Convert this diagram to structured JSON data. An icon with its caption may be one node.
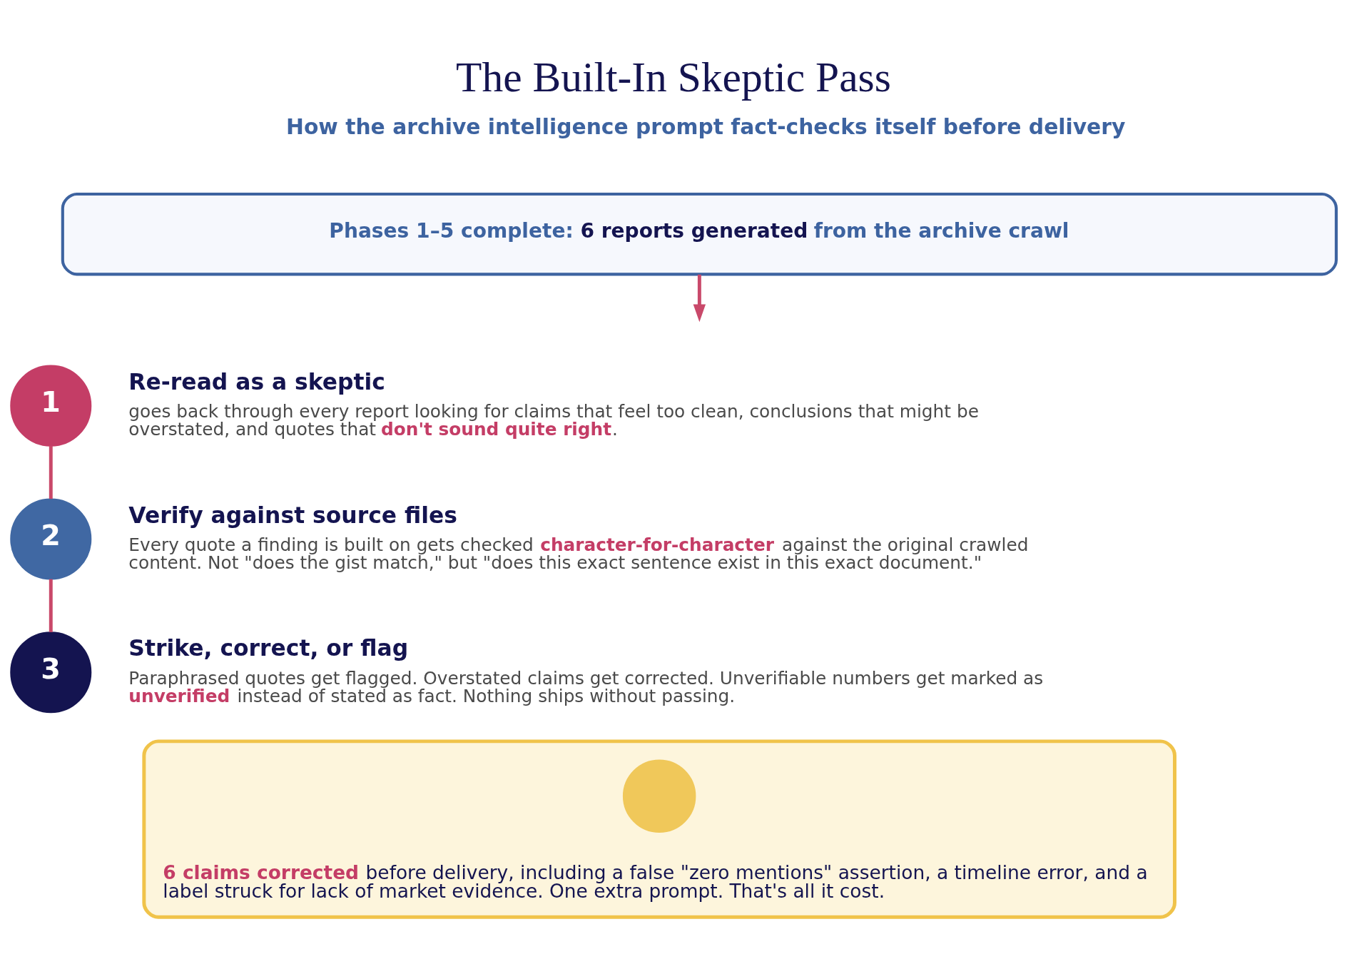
{
  "diagram": {
    "title": "The Built-In Skeptic Pass",
    "nodes": [
      {
        "text": [
          "Phases 1–5 complete: **6 reports generated** from the archive crawl"
        ]
      },
      {
        "text": [
          "1"
        ],
        "beside": [
          "Re-read as a skeptic",
          "goes back through every report looking for claims that feel too clean, conclusions that might be overstated, and quotes that **don't sound quite right**."
        ]
      },
      {
        "text": [
          "2"
        ],
        "beside": [
          "Verify against source files",
          "Every quote a finding is built on gets checked **character-for-character** against the original crawled content. Not \"does the gist match,\" but \"does this exact sentence exist in this exact document.\""
        ]
      },
      {
        "text": [
          "3"
        ],
        "beside": [
          "Strike, correct, or flag",
          "Paraphrased quotes get flagged. Overstated claims get corrected. Unverifiable numbers get marked as **unverified** instead of stated as fact. Nothing ships without passing."
        ]
      },
      {
        "text": [
          "**6 claims corrected** before delivery, including a false \"zero mentions\" assertion, a timeline error, and a label struck for lack of market evidence. One extra prompt. That's all it cost."
        ]
      },
      {
        "text": [],
        "shape": "circle",
        "in": 4
      }
    ],
    "edges": [
      {
        "from": 0,
        "to": null,
        "arrow": "to"
      },
      {
        "from": 1,
        "to": 2,
        "arrow": "none"
      },
      {
        "from": 2,
        "to": 3,
        "arrow": "none"
      }
    ],
    "labels": [
      "How the archive intelligence prompt fact-checks itself before delivery"
    ]
  }
}
